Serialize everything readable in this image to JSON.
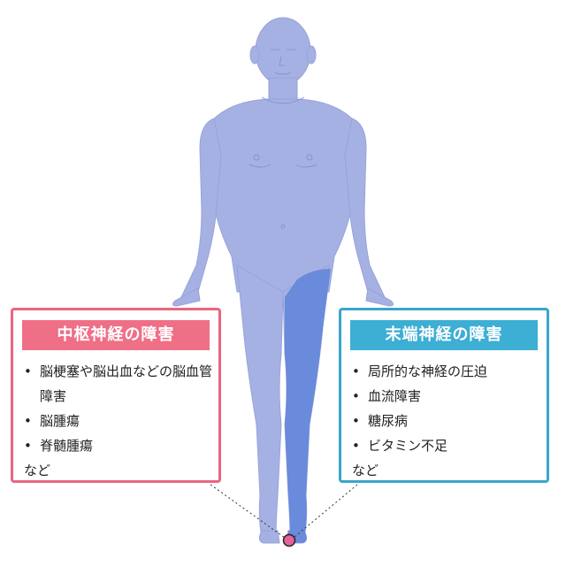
{
  "colors": {
    "body": "#a6b1e3",
    "body_outline": "#8f9bd6",
    "affected_leg": "#6a8adb",
    "central_accent": "#ef6f87",
    "peripheral_accent": "#3daed4",
    "marker": "#e6629c"
  },
  "central": {
    "title": "中枢神経の障害",
    "items": [
      "脳梗塞や脳出血などの脳血管障害",
      "脳腫瘍",
      "脊髄腫瘍"
    ],
    "etc": "など"
  },
  "peripheral": {
    "title": "末端神経の障害",
    "items": [
      "局所的な神経の圧迫",
      "血流障害",
      "糖尿病",
      "ビタミン不足"
    ],
    "etc": "など"
  },
  "bullet": "•"
}
